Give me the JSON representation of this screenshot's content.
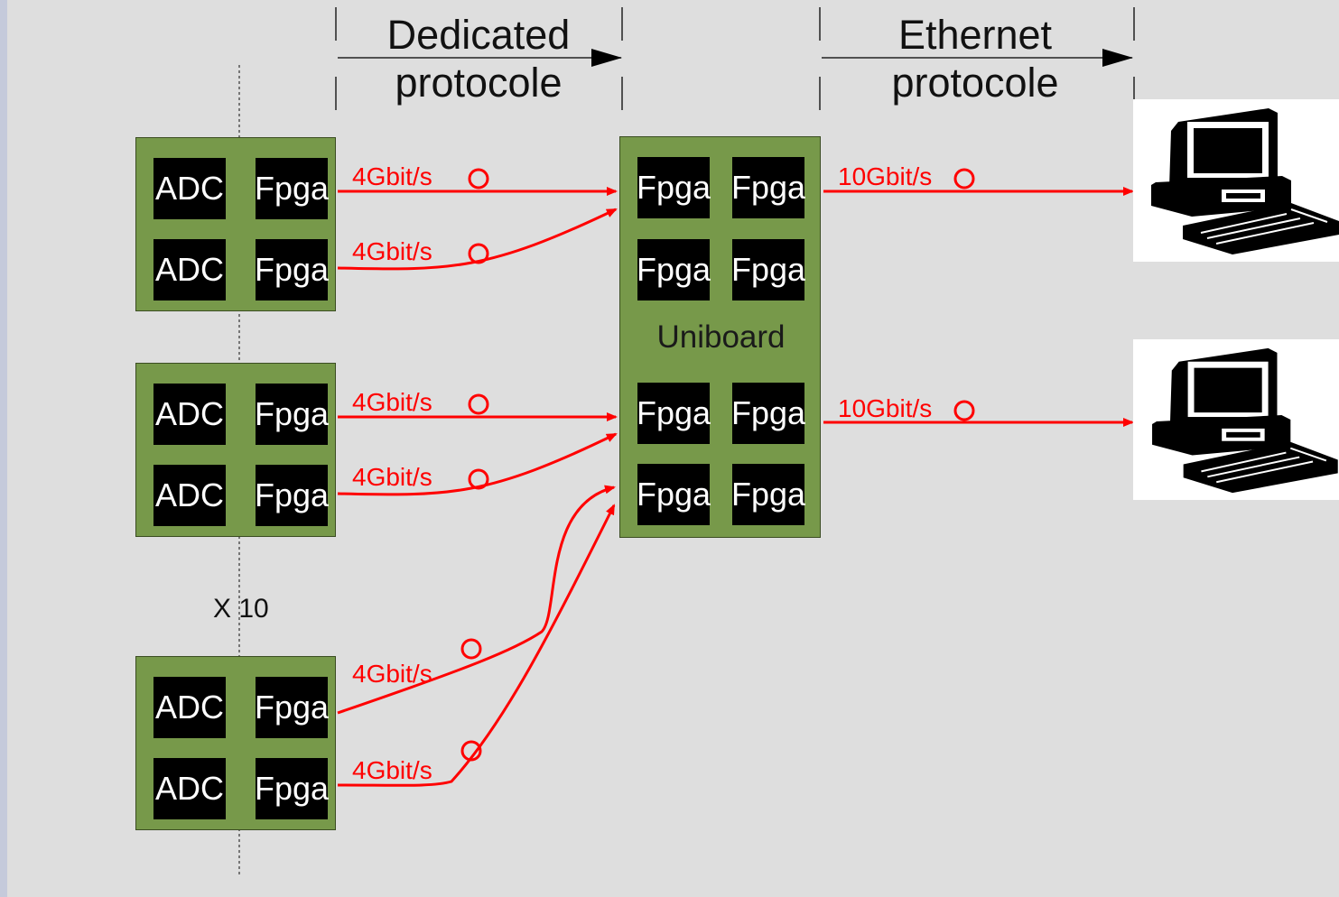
{
  "protocols": {
    "dedicated": [
      "Dedicated",
      "protocole"
    ],
    "ethernet": [
      "Ethernet",
      "protocole"
    ]
  },
  "multiplier": "X 10",
  "chip_labels": {
    "adc": "ADC",
    "fpga": "Fpga"
  },
  "uniboard": {
    "label": "Uniboard"
  },
  "links": {
    "adc_to_uniboard": [
      "4Gbit/s",
      "4Gbit/s",
      "4Gbit/s",
      "4Gbit/s",
      "4Gbit/s",
      "4Gbit/s"
    ],
    "uniboard_to_pc": [
      "10Gbit/s",
      "10Gbit/s"
    ]
  },
  "colors": {
    "background": "#dedede",
    "board": "#77994a",
    "chip": "#000000",
    "link": "#ff0000"
  },
  "icons": [
    "computer-icon",
    "computer-icon"
  ]
}
